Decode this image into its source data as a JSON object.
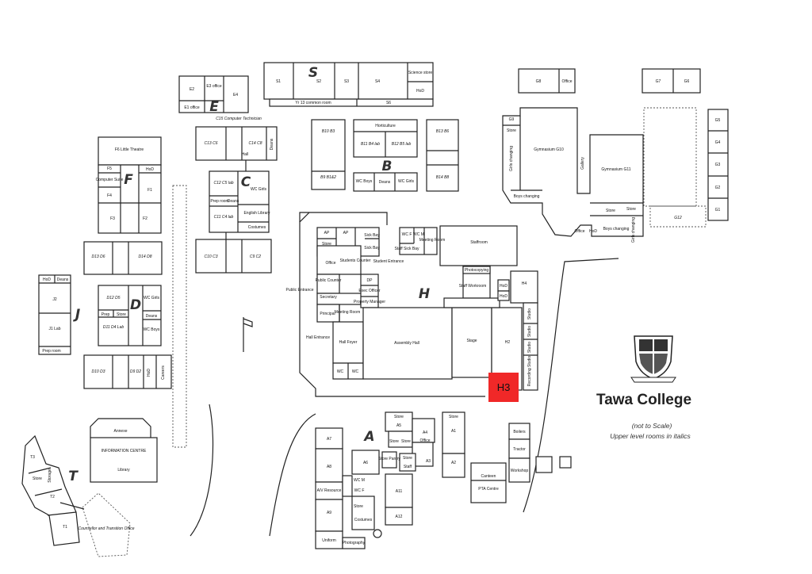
{
  "title": "Tawa College",
  "notes": {
    "line1": "(not to Scale)",
    "line2": "Upper level rooms in italics"
  },
  "highlight": {
    "label": "H3",
    "color": "#f02828"
  },
  "blocks": {
    "S": "S",
    "E": "E",
    "F": "F",
    "C": "C",
    "B": "B",
    "J": "J",
    "D": "D",
    "H": "H",
    "A": "A",
    "T": "T"
  },
  "rooms": {
    "s1": "S1",
    "s2": "S2",
    "s3": "S3",
    "s4": "S4",
    "science_store": "Science store",
    "s_hod": "HoD",
    "yr13": "Yr 13 common room",
    "s6": "S6",
    "g8": "G8",
    "g_office": "Office",
    "g7": "G7",
    "g6": "G6",
    "g5": "G5",
    "g4": "G4",
    "g3": "G3",
    "g2": "G2",
    "g1": "G1",
    "g9": "G9",
    "g_store": "Store",
    "girls_changing": "Girls changing",
    "gym10": "Gymnasium G10",
    "gallery": "Gallery",
    "gym11": "Gymnasium G11",
    "boys_changing": "Boys changing",
    "g12": "G12",
    "g_store2": "Store",
    "g_store3": "Store",
    "g_office2": "Office",
    "g_hod": "HoD",
    "boys_changing2": "Boys changing",
    "girls_changing2": "Girls changing",
    "e2": "E2",
    "e3": "E3 office",
    "e4": "E4",
    "e1": "E1 office",
    "c15": "C15 Computer Technician",
    "c13": "C13 C6",
    "c14": "C14 C8",
    "c_hall": "Hall",
    "c_deans": "Deans",
    "c12": "C12 C5 lab",
    "c_prep": "Prep room",
    "c_deans2": "Deans",
    "c_wc": "WC Girls",
    "c11": "C11 C4 lab",
    "english_lib": "English Library",
    "costumes": "Costumes",
    "c10": "C10 C3",
    "c9": "C9 C2",
    "f6": "F6 Little Theatre",
    "f5": "F5",
    "f_hod": "HoD",
    "computer_suite": "Computer Suite",
    "f1": "F1",
    "f4": "F4",
    "f3": "F3",
    "f2": "F2",
    "b10": "B10 B3",
    "horticulture": "Horticulture",
    "b13": "B13 B6",
    "b11": "B11 B4 lab",
    "b12": "B12 B5 lab",
    "b9": "B9 B1&2",
    "b_wc_boys": "WC Boys",
    "b_deans": "Deans",
    "b_wc_girls": "WC Girls",
    "b14": "B14 B8",
    "j_hod": "HoD",
    "j_deans": "Deans",
    "j2": "J2",
    "j1": "J1 Lab",
    "j_prep": "Prep room",
    "d13": "D13 D6",
    "d14": "D14 D8",
    "d12": "D12 D5",
    "d_wc_girls": "WC Girls",
    "d_prep": "Prep",
    "d_store": "Store",
    "d_deans": "Deans",
    "d11": "D11 D4 Lab",
    "d_wc_boys": "WC Boys",
    "d10": "D10 D3",
    "d9": "D9 D2",
    "d_hod": "HoD",
    "d_careers": "Careers",
    "ap1": "AP",
    "ap2": "AP",
    "sick_bay": "Sick Bay",
    "h_store": "Store",
    "sick_bay2": "Sick Bay",
    "office": "Office",
    "students_counter": "Students Counter",
    "public_counter": "Public Counter",
    "student_entrance": "Student Entrance",
    "public_entrance": "Public Entrance",
    "dp": "DP",
    "exec_officer": "Exec Officer",
    "secretary": "Secretary",
    "property_manager": "Property Manager",
    "principal": "Principal",
    "meeting_room": "Meeting Room",
    "hall_foyer": "Hall Foyer",
    "hall_entrance": "Hall Entrance",
    "h_wc": "WC",
    "h_wc2": "WC",
    "wc_f": "WC F",
    "wc_m": "WC M",
    "meeting_room2": "Meeting Room",
    "staff_sick_bay": "Staff Sick Bay",
    "staffroom": "Staffroom",
    "photocopying": "Photocopying",
    "staff_workroom": "Staff Workroom",
    "h_hod": "HoD",
    "h_hod2": "HoD",
    "h4": "H4",
    "assembly_hall": "Assembly Hall",
    "stage": "Stage",
    "h2": "H2",
    "studio1": "Studio",
    "studio2": "Studio",
    "studio3": "Studio",
    "recording_studio": "Recording Studio",
    "annexe": "Annexe",
    "info_centre": "INFORMATION CENTRE",
    "library": "Library",
    "t3": "T3",
    "t_store": "Store",
    "t_storage": "Storage",
    "t2": "T2",
    "t1": "T1",
    "counsellor": "Counsellor and Transition Office",
    "a7": "A7",
    "a8": "A8",
    "a_resource": "A/V Resource",
    "a9": "A9",
    "uniform": "Uniform",
    "a6": "A6",
    "wc_m2": "WC M",
    "wc_f2": "WC F",
    "a_store": "Store",
    "costumes2": "Costumes",
    "photography": "Photography",
    "a_store2": "Store",
    "a5": "A5",
    "a_store3": "Store",
    "a_store4": "Store",
    "a4": "A4",
    "a_office": "Office",
    "a1": "A1",
    "a2": "A2",
    "store_pantry": "Store Pantry",
    "a_store5": "Store",
    "a_staff": "Staff",
    "a3": "A3",
    "a11": "A11",
    "a12": "A12",
    "boilers": "Boilers",
    "tractor": "Tractor",
    "workshop": "Workshop",
    "canteen": "Canteen",
    "pta_centre": "PTA Centre"
  }
}
